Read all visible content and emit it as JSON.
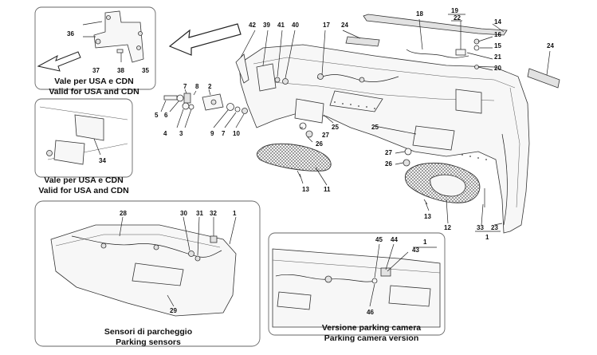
{
  "captions": {
    "usa_it": "Vale per USA e CDN",
    "usa_en": "Valid for USA and CDN",
    "usa2_it": "Vale per USA e CDN",
    "usa2_en": "Valid for USA and CDN",
    "sensors_it": "Sensori di parcheggio",
    "sensors_en": "Parking sensors",
    "camera_it": "Versione parking camera",
    "camera_en": "Parking camera version"
  },
  "labels": {
    "n1": "1",
    "n2": "2",
    "n3": "3",
    "n4": "4",
    "n5": "5",
    "n6": "6",
    "n7a": "7",
    "n7b": "7",
    "n8": "8",
    "n9": "9",
    "n10": "10",
    "n11": "11",
    "n12": "12",
    "n13a": "13",
    "n13b": "13",
    "n14": "14",
    "n15": "15",
    "n16": "16",
    "n17": "17",
    "n18": "18",
    "n19": "19",
    "n20": "20",
    "n21": "21",
    "n22": "22",
    "n23": "23",
    "n24a": "24",
    "n24b": "24",
    "n25a": "25",
    "n25b": "25",
    "n26a": "26",
    "n26b": "26",
    "n27a": "27",
    "n27b": "27",
    "n28": "28",
    "n29": "29",
    "n30": "30",
    "n31": "31",
    "n32": "32",
    "n33": "33",
    "n34": "34",
    "n35": "35",
    "n36": "36",
    "n37": "37",
    "n38": "38",
    "n39": "39",
    "n40": "40",
    "n41": "41",
    "n42": "42",
    "n43": "43",
    "n44": "44",
    "n45": "45",
    "n46": "46",
    "n1b": "1",
    "n1c": "1"
  }
}
